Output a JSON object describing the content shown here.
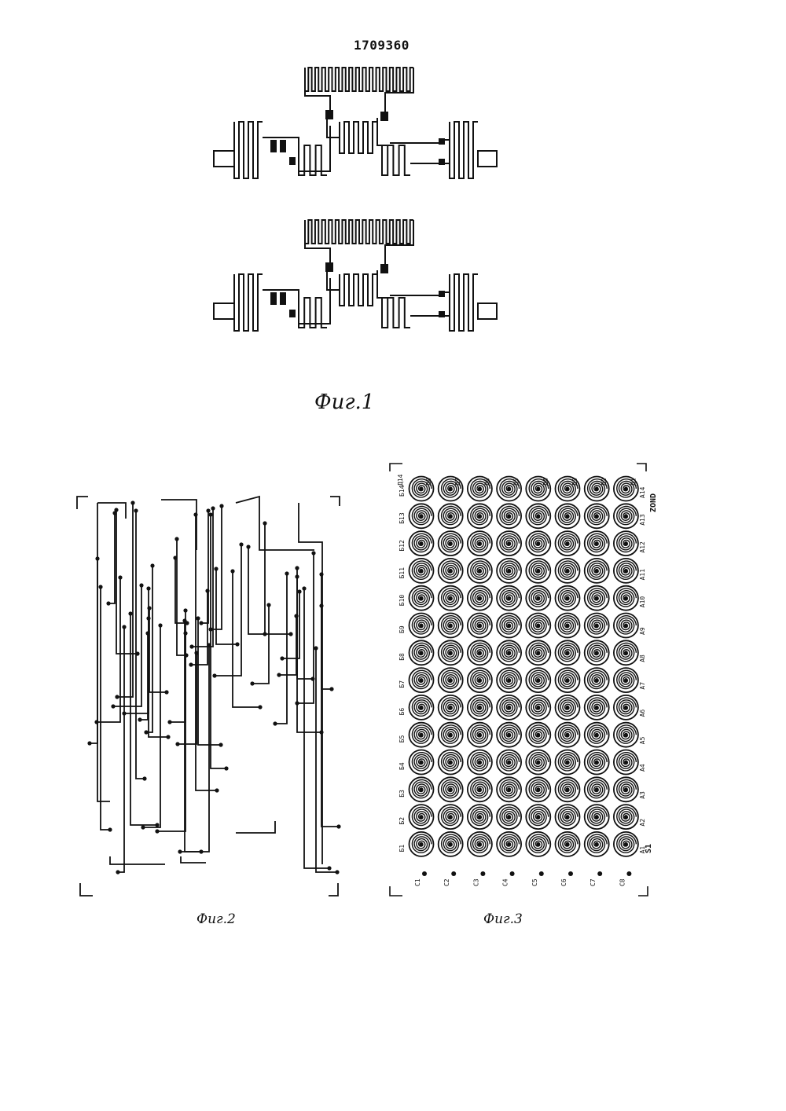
{
  "document": {
    "patent_number": "1709360",
    "fig1_caption": "Фиг.1",
    "fig2_caption": "Фиг.2",
    "fig3_caption": "Фиг.3",
    "fig3": {
      "column_top_labels": [
        "Д14",
        "Д8",
        "Д7",
        "Д6",
        "Д5",
        "Д4",
        "Д3",
        "Д2",
        "Д1"
      ],
      "row_left_labels": [
        "Б14",
        "Б13",
        "Б12",
        "Б11",
        "Б10",
        "Б9",
        "Б8",
        "Б7",
        "Б6",
        "Б5",
        "Б4",
        "Б3",
        "Б2",
        "Б1"
      ],
      "row_right_labels": [
        "А14",
        "А13",
        "А12",
        "А11",
        "А10",
        "А9",
        "А8",
        "А7",
        "А6",
        "А5",
        "А4",
        "А3",
        "А2",
        "А1"
      ],
      "column_bottom_labels": [
        "С8",
        "С7",
        "С6",
        "С5",
        "С4",
        "С3",
        "С2",
        "С1"
      ],
      "zond_label": "ZOND",
      "s1_label": "S1"
    }
  }
}
